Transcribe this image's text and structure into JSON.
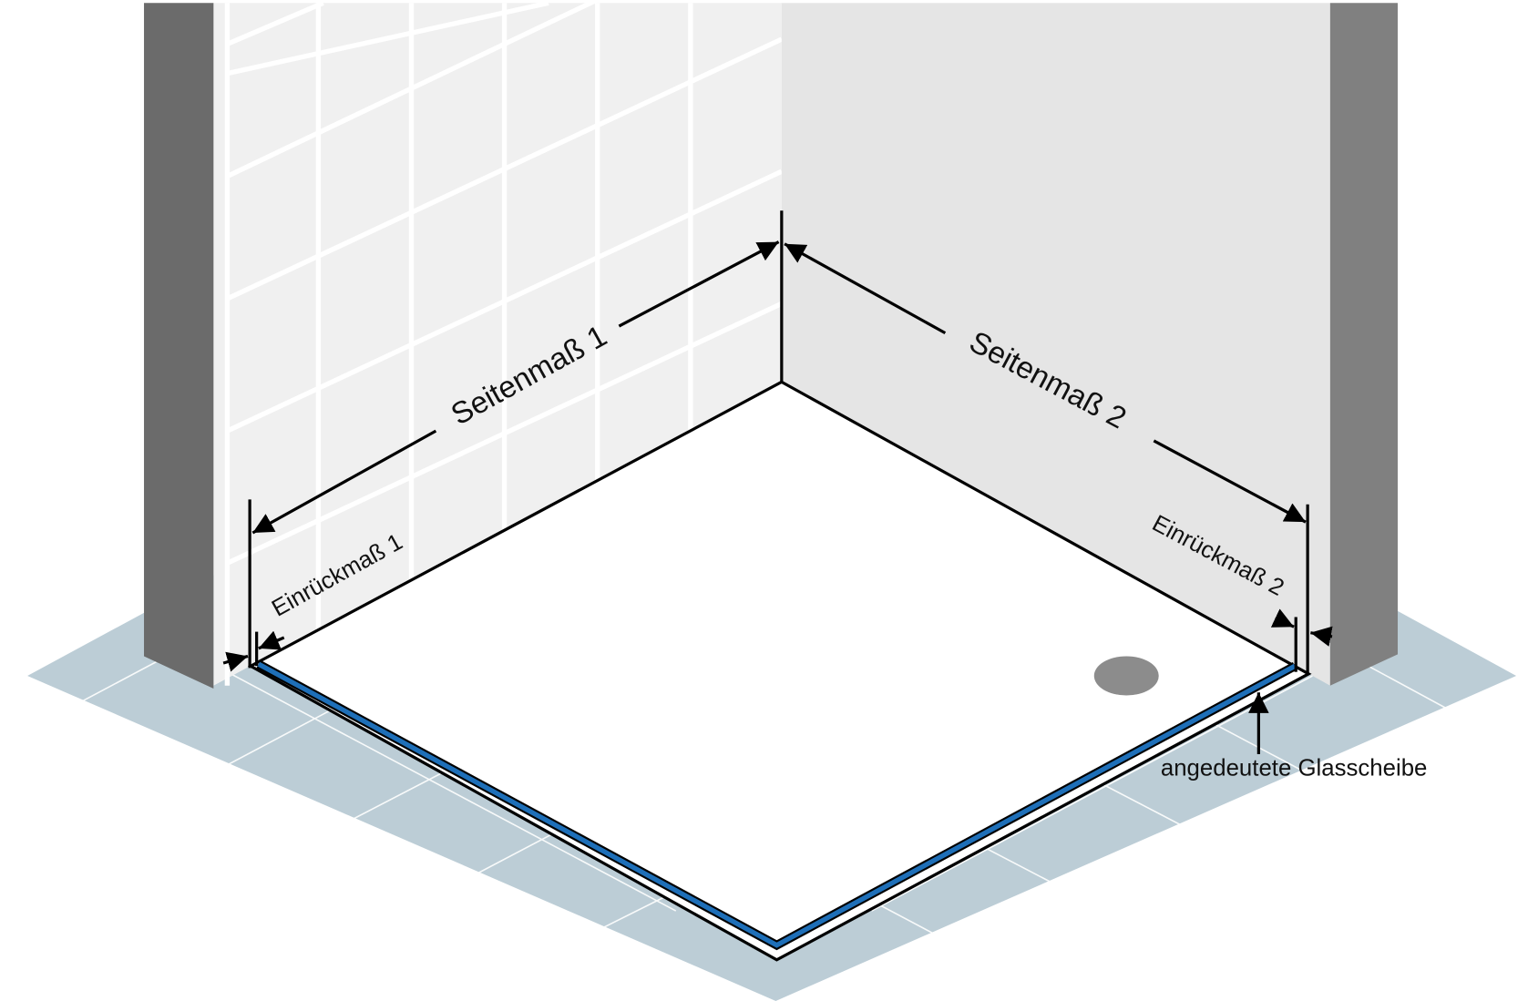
{
  "labels": {
    "side1": "Seitenmaß 1",
    "side2": "Seitenmaß 2",
    "indent1": "Einrückmaß 1",
    "indent2": "Einrückmaß 2",
    "glass": "angedeutete Glasscheibe"
  },
  "colors": {
    "floor": "#bccdd6",
    "wall_left": "#f0f0f0",
    "wall_right": "#e5e5e5",
    "pillar_left": "#6b6b6b",
    "pillar_right": "#808080",
    "glass": "#1e6fb8",
    "drain": "#8c8c8c"
  }
}
